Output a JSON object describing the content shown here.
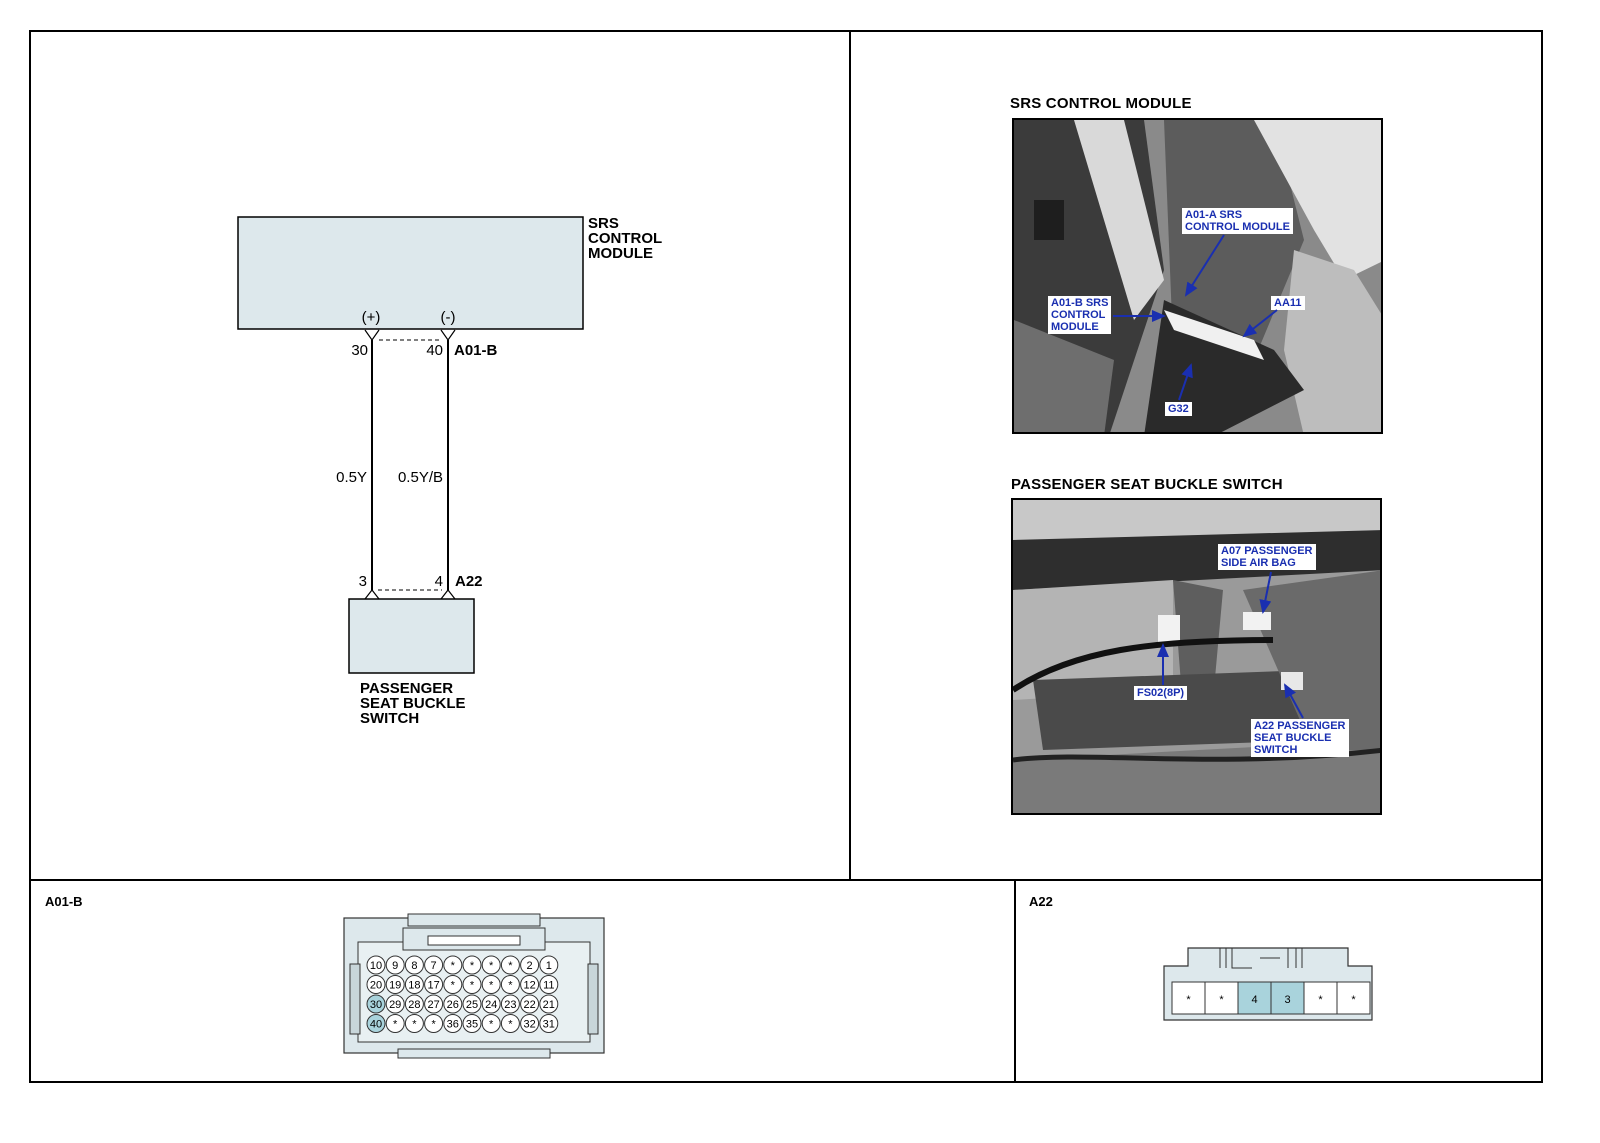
{
  "schematic": {
    "module_label": [
      "SRS",
      "CONTROL",
      "MODULE"
    ],
    "plus_label": "(+)",
    "minus_label": "(-)",
    "pin_a01b_left": "30",
    "pin_a01b_right": "40",
    "connector_a01b": "A01-B",
    "wire_left": "0.5Y",
    "wire_right": "0.5Y/B",
    "pin_a22_left": "3",
    "pin_a22_right": "4",
    "connector_a22": "A22",
    "switch_label": [
      "PASSENGER",
      "SEAT BUCKLE",
      "SWITCH"
    ]
  },
  "photos": {
    "srs_title": "SRS CONTROL MODULE",
    "srs_callouts": {
      "a01a": "A01-A SRS\nCONTROL MODULE",
      "a01b": "A01-B SRS\nCONTROL\nMODULE",
      "aa11": "AA11",
      "g32": "G32"
    },
    "buckle_title": "PASSENGER SEAT BUCKLE SWITCH",
    "buckle_callouts": {
      "a07": "A07 PASSENGER\nSIDE AIR BAG",
      "fs02": "FS02(8P)",
      "a22": "A22 PASSENGER\nSEAT BUCKLE\nSWITCH"
    }
  },
  "connectors": {
    "a01b_label": "A01-B",
    "a01b_rows": [
      [
        "10",
        "9",
        "8",
        "7",
        "*",
        "*",
        "*",
        "*",
        "2",
        "1"
      ],
      [
        "20",
        "19",
        "18",
        "17",
        "*",
        "*",
        "*",
        "*",
        "12",
        "11"
      ],
      [
        "30",
        "29",
        "28",
        "27",
        "26",
        "25",
        "24",
        "23",
        "22",
        "21"
      ],
      [
        "40",
        "*",
        "*",
        "*",
        "36",
        "35",
        "*",
        "*",
        "32",
        "31"
      ]
    ],
    "a01b_highlight": [
      "30",
      "40"
    ],
    "a22_label": "A22",
    "a22_pins": [
      "*",
      "*",
      "4",
      "3",
      "*",
      "*"
    ],
    "a22_highlight": [
      "4",
      "3"
    ],
    "highlight_color": "#a9d3dc",
    "module_fill": "#dde8ec"
  }
}
